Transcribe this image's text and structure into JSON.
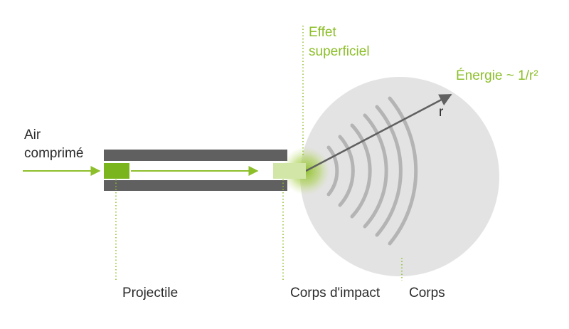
{
  "labels": {
    "air_line1": "Air",
    "air_line2": "comprimé",
    "surface_line1": "Effet",
    "surface_line2": "superficiel",
    "energy": "Énergie ~ 1/r²",
    "radius": "r",
    "projectile": "Projectile",
    "impact_body": "Corps d'impact",
    "body": "Corps"
  },
  "colors": {
    "accent_green": "#8dbf2a",
    "tube_gray": "#606060",
    "body_fill": "#e3e3e3",
    "wave_gray": "#b4b4b4",
    "impact_light_green": "#d2e6a8",
    "text_dark": "#2b2b2b"
  }
}
